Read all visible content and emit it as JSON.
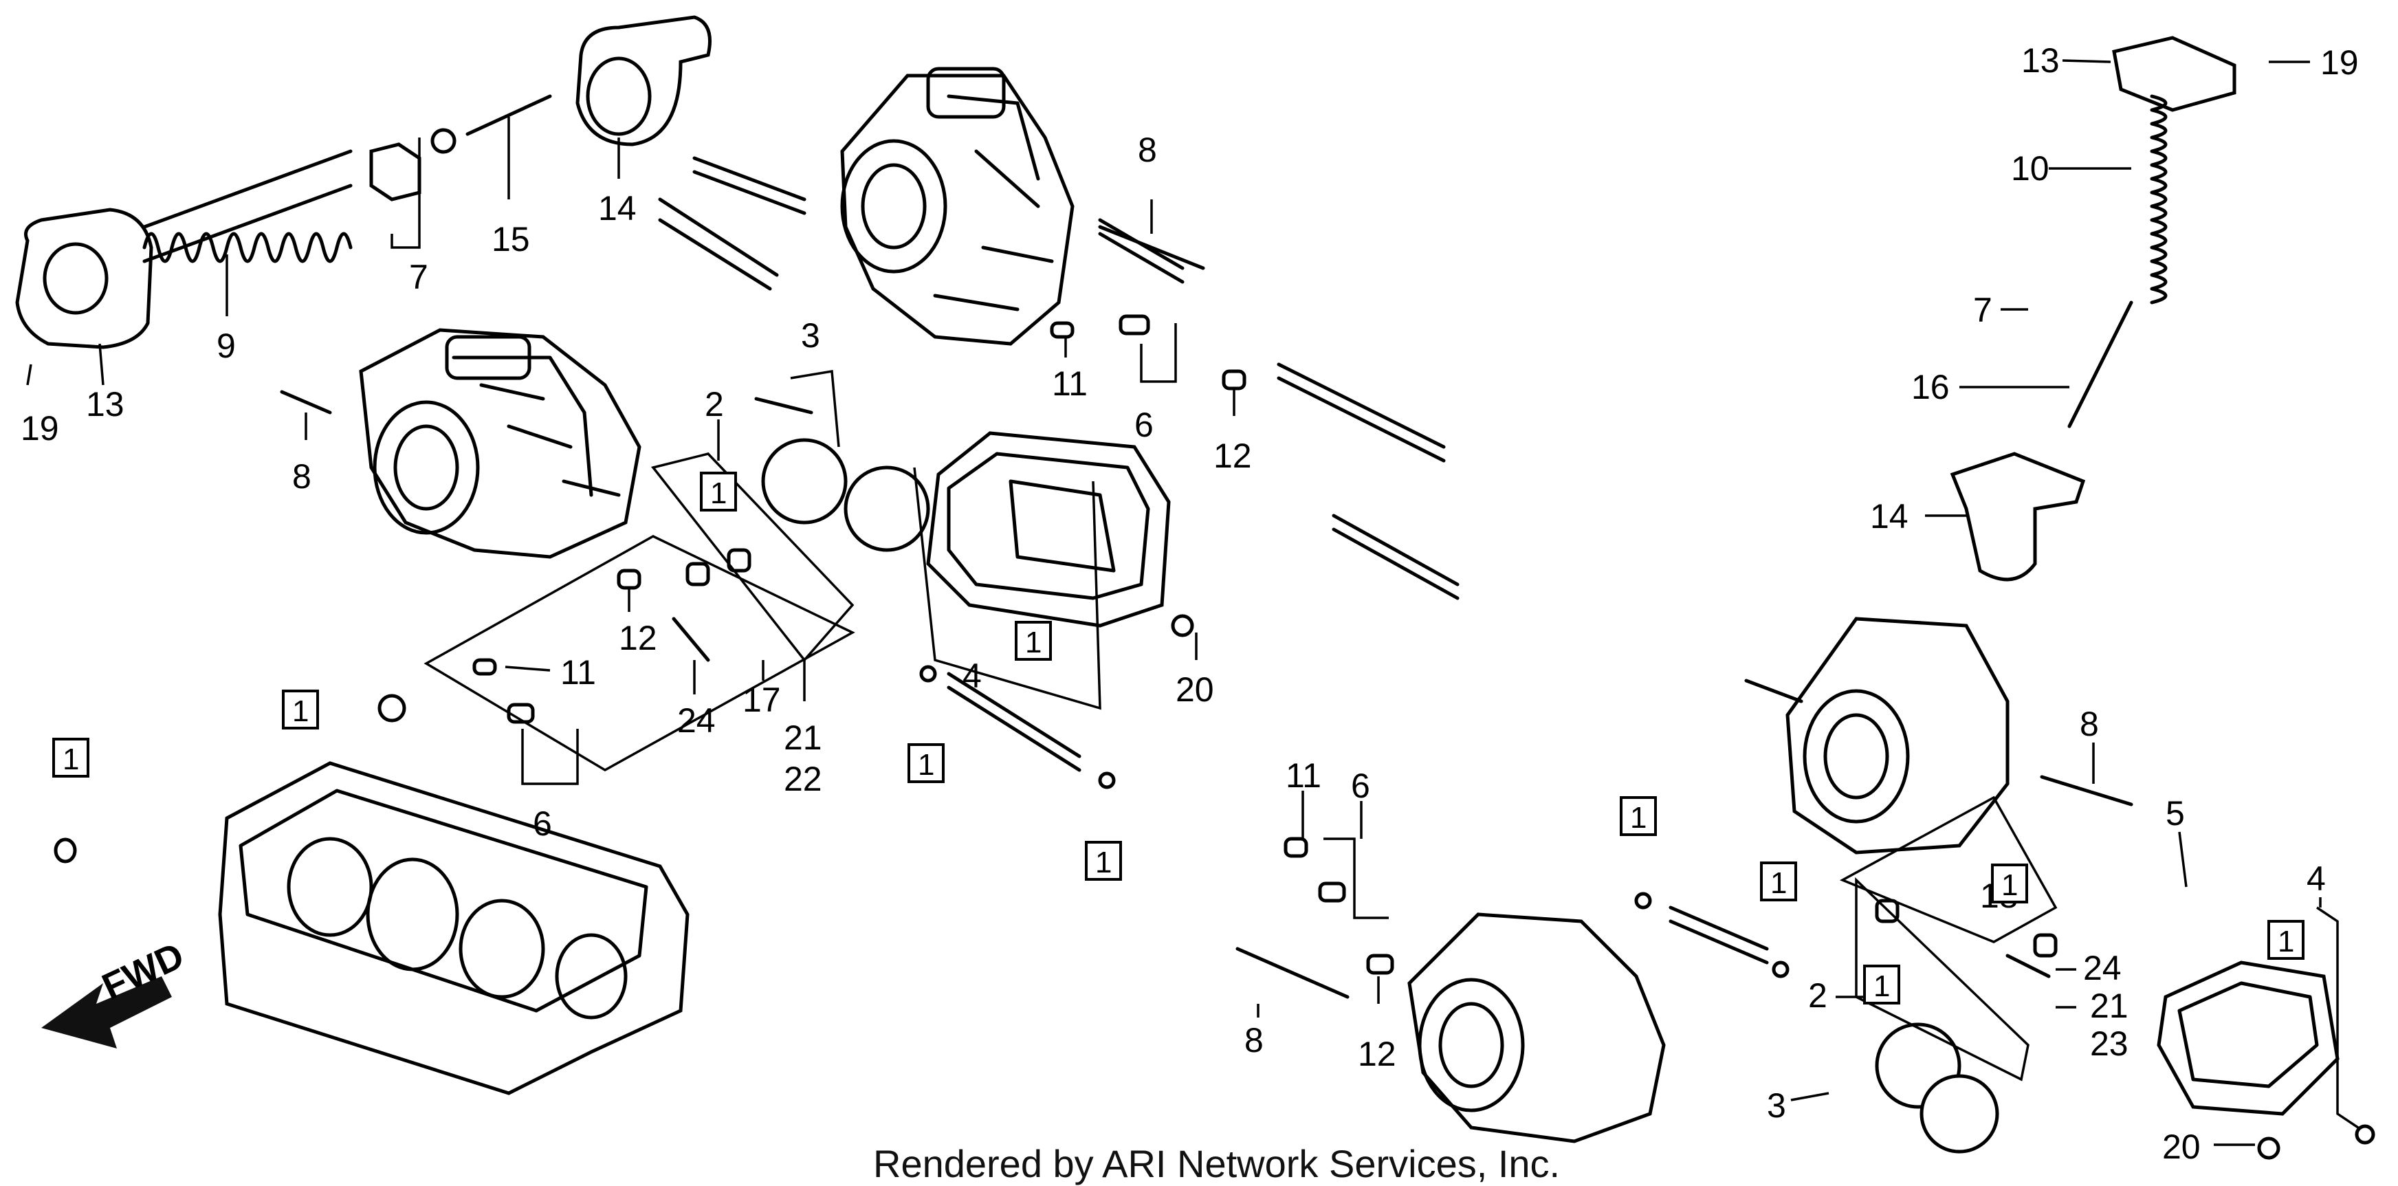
{
  "diagram": {
    "credit": "Rendered by ARI Network Services, Inc.",
    "fwd_label": "FWD",
    "callouts": {
      "c19a": "19",
      "c13a": "13",
      "c9": "9",
      "c7a": "7",
      "c15": "15",
      "c14a": "14",
      "c8a": "8",
      "c8b": "8",
      "c8c": "8",
      "c8d": "8",
      "c3a": "3",
      "c2a": "2",
      "c11a": "11",
      "c6a": "6",
      "c12a": "12",
      "c12b": "12",
      "c11b": "11",
      "c24a": "24",
      "c17": "17",
      "c21a": "21",
      "c22": "22",
      "c6b": "6",
      "c4a": "4",
      "c20a": "20",
      "c13b": "13",
      "c19b": "19",
      "c10": "10",
      "c7b": "7",
      "c16": "16",
      "c14b": "14",
      "c5": "5",
      "c11c": "11",
      "c6c": "6",
      "c18": "18",
      "c24b": "24",
      "c2b": "2",
      "c21b": "21",
      "c23": "23",
      "c3b": "3",
      "c20b": "20",
      "c4b": "4",
      "c12c": "12"
    },
    "boxed_label": "1"
  }
}
